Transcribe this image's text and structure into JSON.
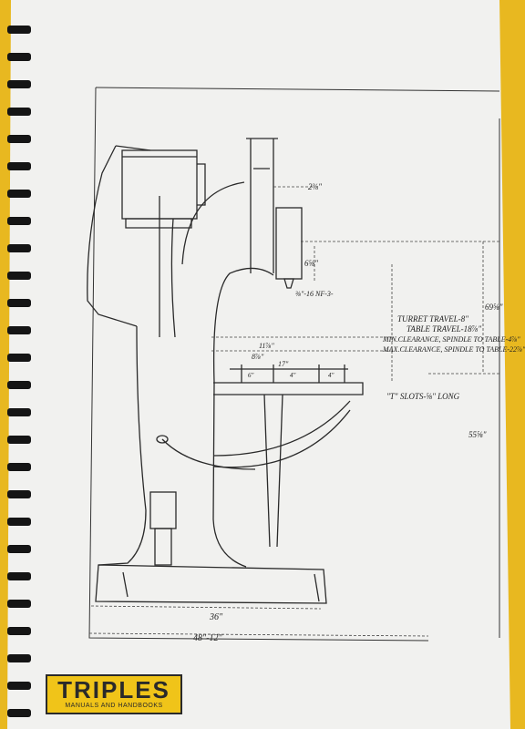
{
  "dimensions": {
    "d_top": "2⅜\"",
    "d_6": "6⅝\"",
    "d_thread": "⅜\"-16 NF-3-",
    "turret": "TURRET TRAVEL-8\"",
    "table": "TABLE TRAVEL-18⅞\"",
    "minclr": "MIN.CLEARANCE, SPINDLE TO TABLE-4⅞\"",
    "maxclr": "MAX.CLEARANCE, SPINDLE TO TABLE-22⅞\"",
    "d_11": "11⅞\"",
    "d_8": "8⅞\"",
    "d_17": "17\"",
    "slot_l": "6\"",
    "slot_m": "4\"",
    "slot_r": "4\"",
    "tslots": "\"T\" SLOTS-⅝\" LONG",
    "d_69": "69⅝\"",
    "d_55": "55⅝\"",
    "d_36": "36\"",
    "d_48": "48\"-12\""
  },
  "logo": {
    "title": "TRIPLES",
    "subtitle": "MANUALS AND HANDBOOKS"
  }
}
